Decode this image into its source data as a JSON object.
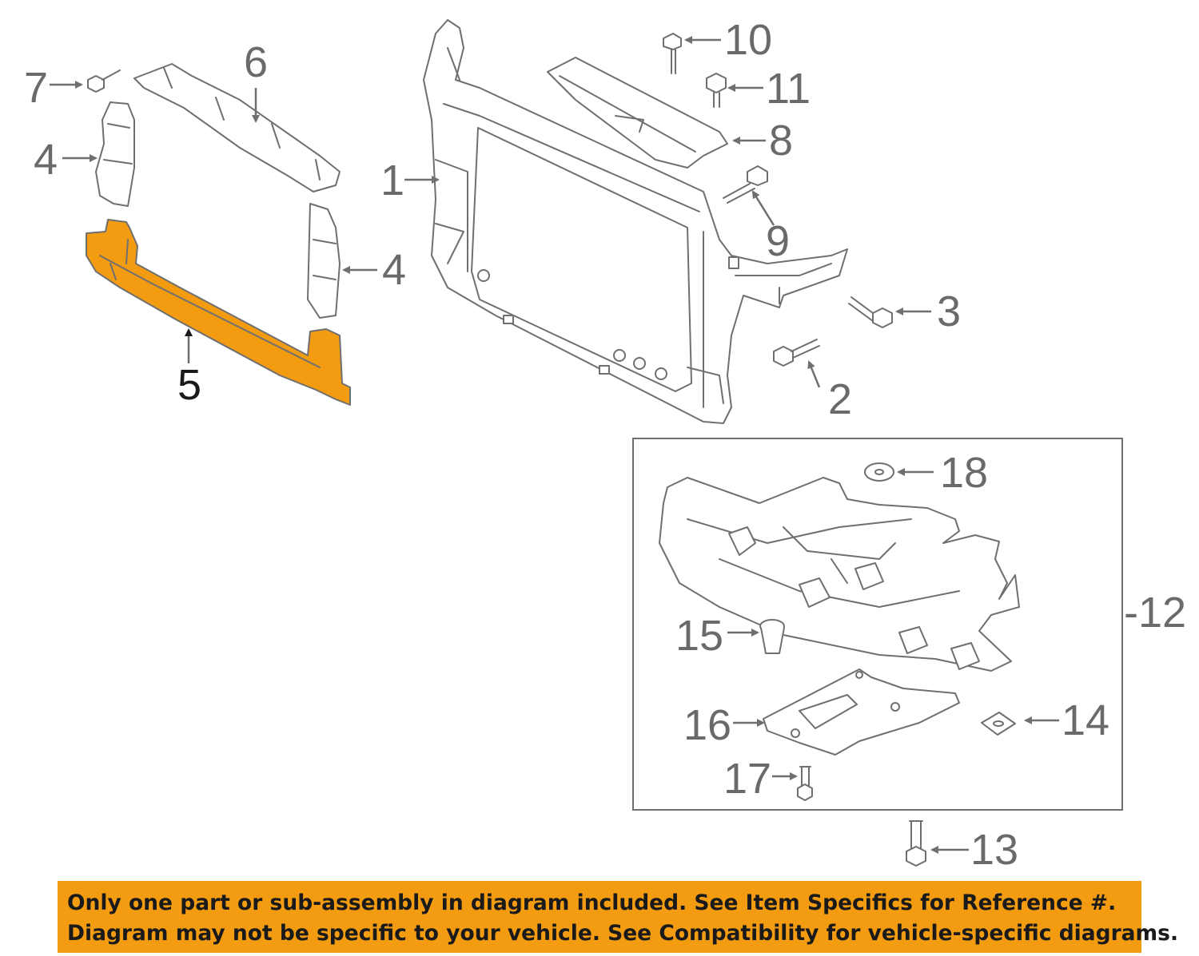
{
  "callouts": {
    "c1": "1",
    "c2": "2",
    "c3": "3",
    "c4a": "4",
    "c4b": "4",
    "c5": "5",
    "c6": "6",
    "c7": "7",
    "c8": "8",
    "c9": "9",
    "c10": "10",
    "c11": "11",
    "c12": "-12",
    "c13": "13",
    "c14": "14",
    "c15": "15",
    "c16": "16",
    "c17": "17",
    "c18": "18"
  },
  "highlighted_part": "5",
  "colors": {
    "highlight": "#f39c12",
    "line": "#6f6f6f",
    "banner": "#f39c12"
  },
  "banner": {
    "line1": "Only one part or sub-assembly in diagram included. See Item Specifics for Reference #.",
    "line2": "Diagram may not be specific to your vehicle. See Compatibility for vehicle-specific diagrams."
  }
}
